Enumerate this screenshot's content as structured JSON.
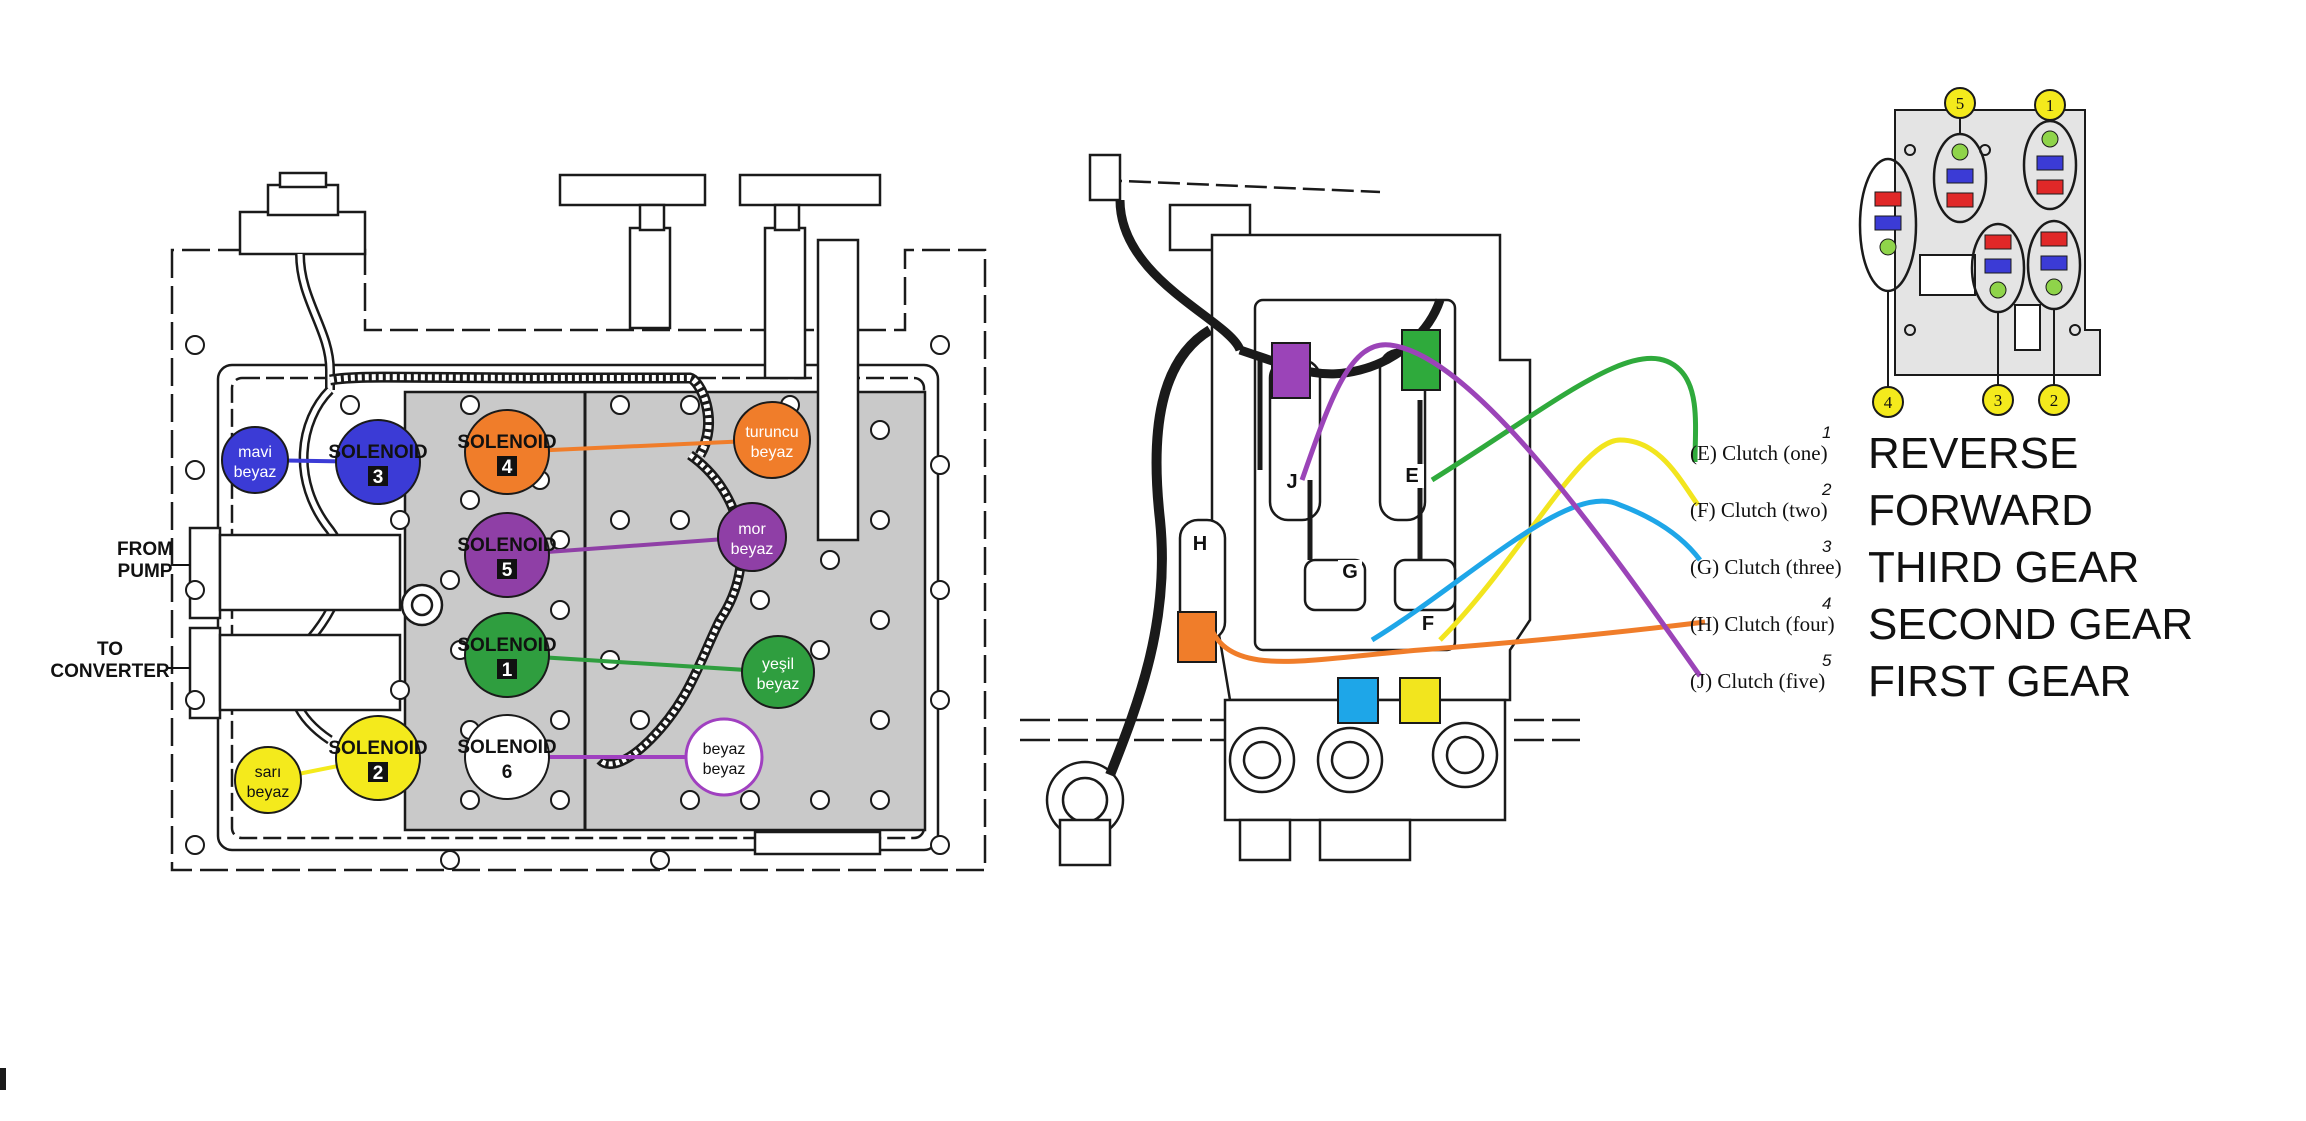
{
  "solenoids": [
    {
      "label": "SOLENOID",
      "number": "3",
      "color": "#3b3bd6",
      "wire_name": "mavi",
      "wire_sub": "beyaz",
      "wire_color": "#3b3bd6"
    },
    {
      "label": "SOLENOID",
      "number": "4",
      "color": "#f07d2a",
      "wire_name": "turuncu",
      "wire_sub": "beyaz",
      "wire_color": "#f07d2a"
    },
    {
      "label": "SOLENOID",
      "number": "5",
      "color": "#8f3fa6",
      "wire_name": "mor",
      "wire_sub": "beyaz",
      "wire_color": "#8f3fa6"
    },
    {
      "label": "SOLENOID",
      "number": "1",
      "color": "#2f9e3f",
      "wire_name": "yeşil",
      "wire_sub": "beyaz",
      "wire_color": "#2f9e3f"
    },
    {
      "label": "SOLENOID",
      "number": "2",
      "color": "#f4ea1c",
      "wire_name": "sarı",
      "wire_sub": "beyaz",
      "wire_color": "#f4ea1c"
    },
    {
      "label": "SOLENOID",
      "number": "6",
      "color": "#ffffff",
      "wire_name": "beyaz",
      "wire_sub": "beyaz",
      "wire_color": "#a040c0"
    }
  ],
  "ports": {
    "from_pump": "FROM\nPUMP",
    "to_converter": "TO\nCONVERTER"
  },
  "valve_letters": [
    "J",
    "E",
    "H",
    "G",
    "F"
  ],
  "clutches": [
    {
      "id": "(E) Clutch (one)",
      "sup": "1",
      "gear": "REVERSE",
      "color": "#2faa3c"
    },
    {
      "id": "(F) Clutch (two)",
      "sup": "2",
      "gear": "FORWARD",
      "color": "#f2e51e"
    },
    {
      "id": "(G) Clutch (three)",
      "sup": "3",
      "gear": "THIRD GEAR",
      "color": "#1ea6e8"
    },
    {
      "id": "(H) Clutch (four)",
      "sup": "4",
      "gear": "SECOND GEAR",
      "color": "#f07d2a"
    },
    {
      "id": "(J) Clutch (five)",
      "sup": "5",
      "gear": "FIRST GEAR",
      "color": "#9b44b8"
    }
  ],
  "connector_callouts": [
    "5",
    "1",
    "4",
    "3",
    "2"
  ],
  "colors": {
    "line": "#1a1a1a",
    "panel": "#c9c9c9",
    "callout": "#f4ea1c"
  }
}
